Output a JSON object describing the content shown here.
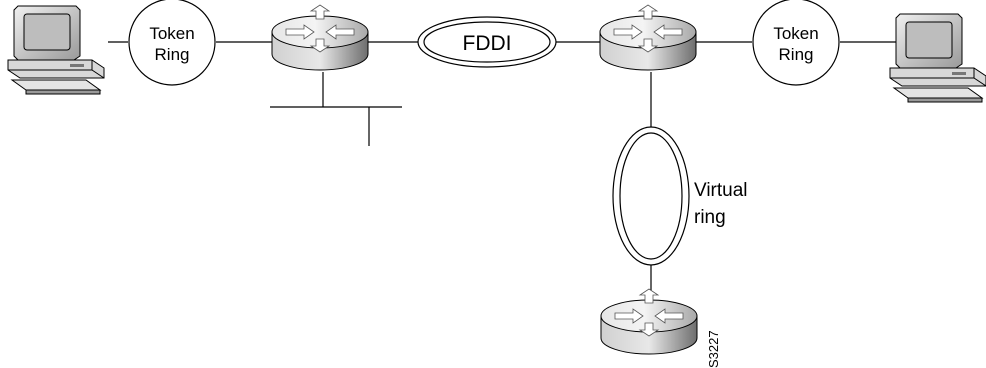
{
  "diagram": {
    "token_ring_left": {
      "line1": "Token",
      "line2": "Ring"
    },
    "token_ring_right": {
      "line1": "Token",
      "line2": "Ring"
    },
    "fddi_label": "FDDI",
    "virtual_ring": {
      "line1": "Virtual",
      "line2": "ring"
    },
    "figure_id": "S3227"
  },
  "icons": {
    "workstation": "computer-icon",
    "router": "router-icon",
    "token_ring": "ring-node-icon",
    "fddi": "fddi-ring-icon"
  },
  "colors": {
    "stroke": "#000000",
    "router_light": "#f2f2f2",
    "router_dark": "#8c8c8c",
    "monitor_screen": "#bdbdbd"
  }
}
